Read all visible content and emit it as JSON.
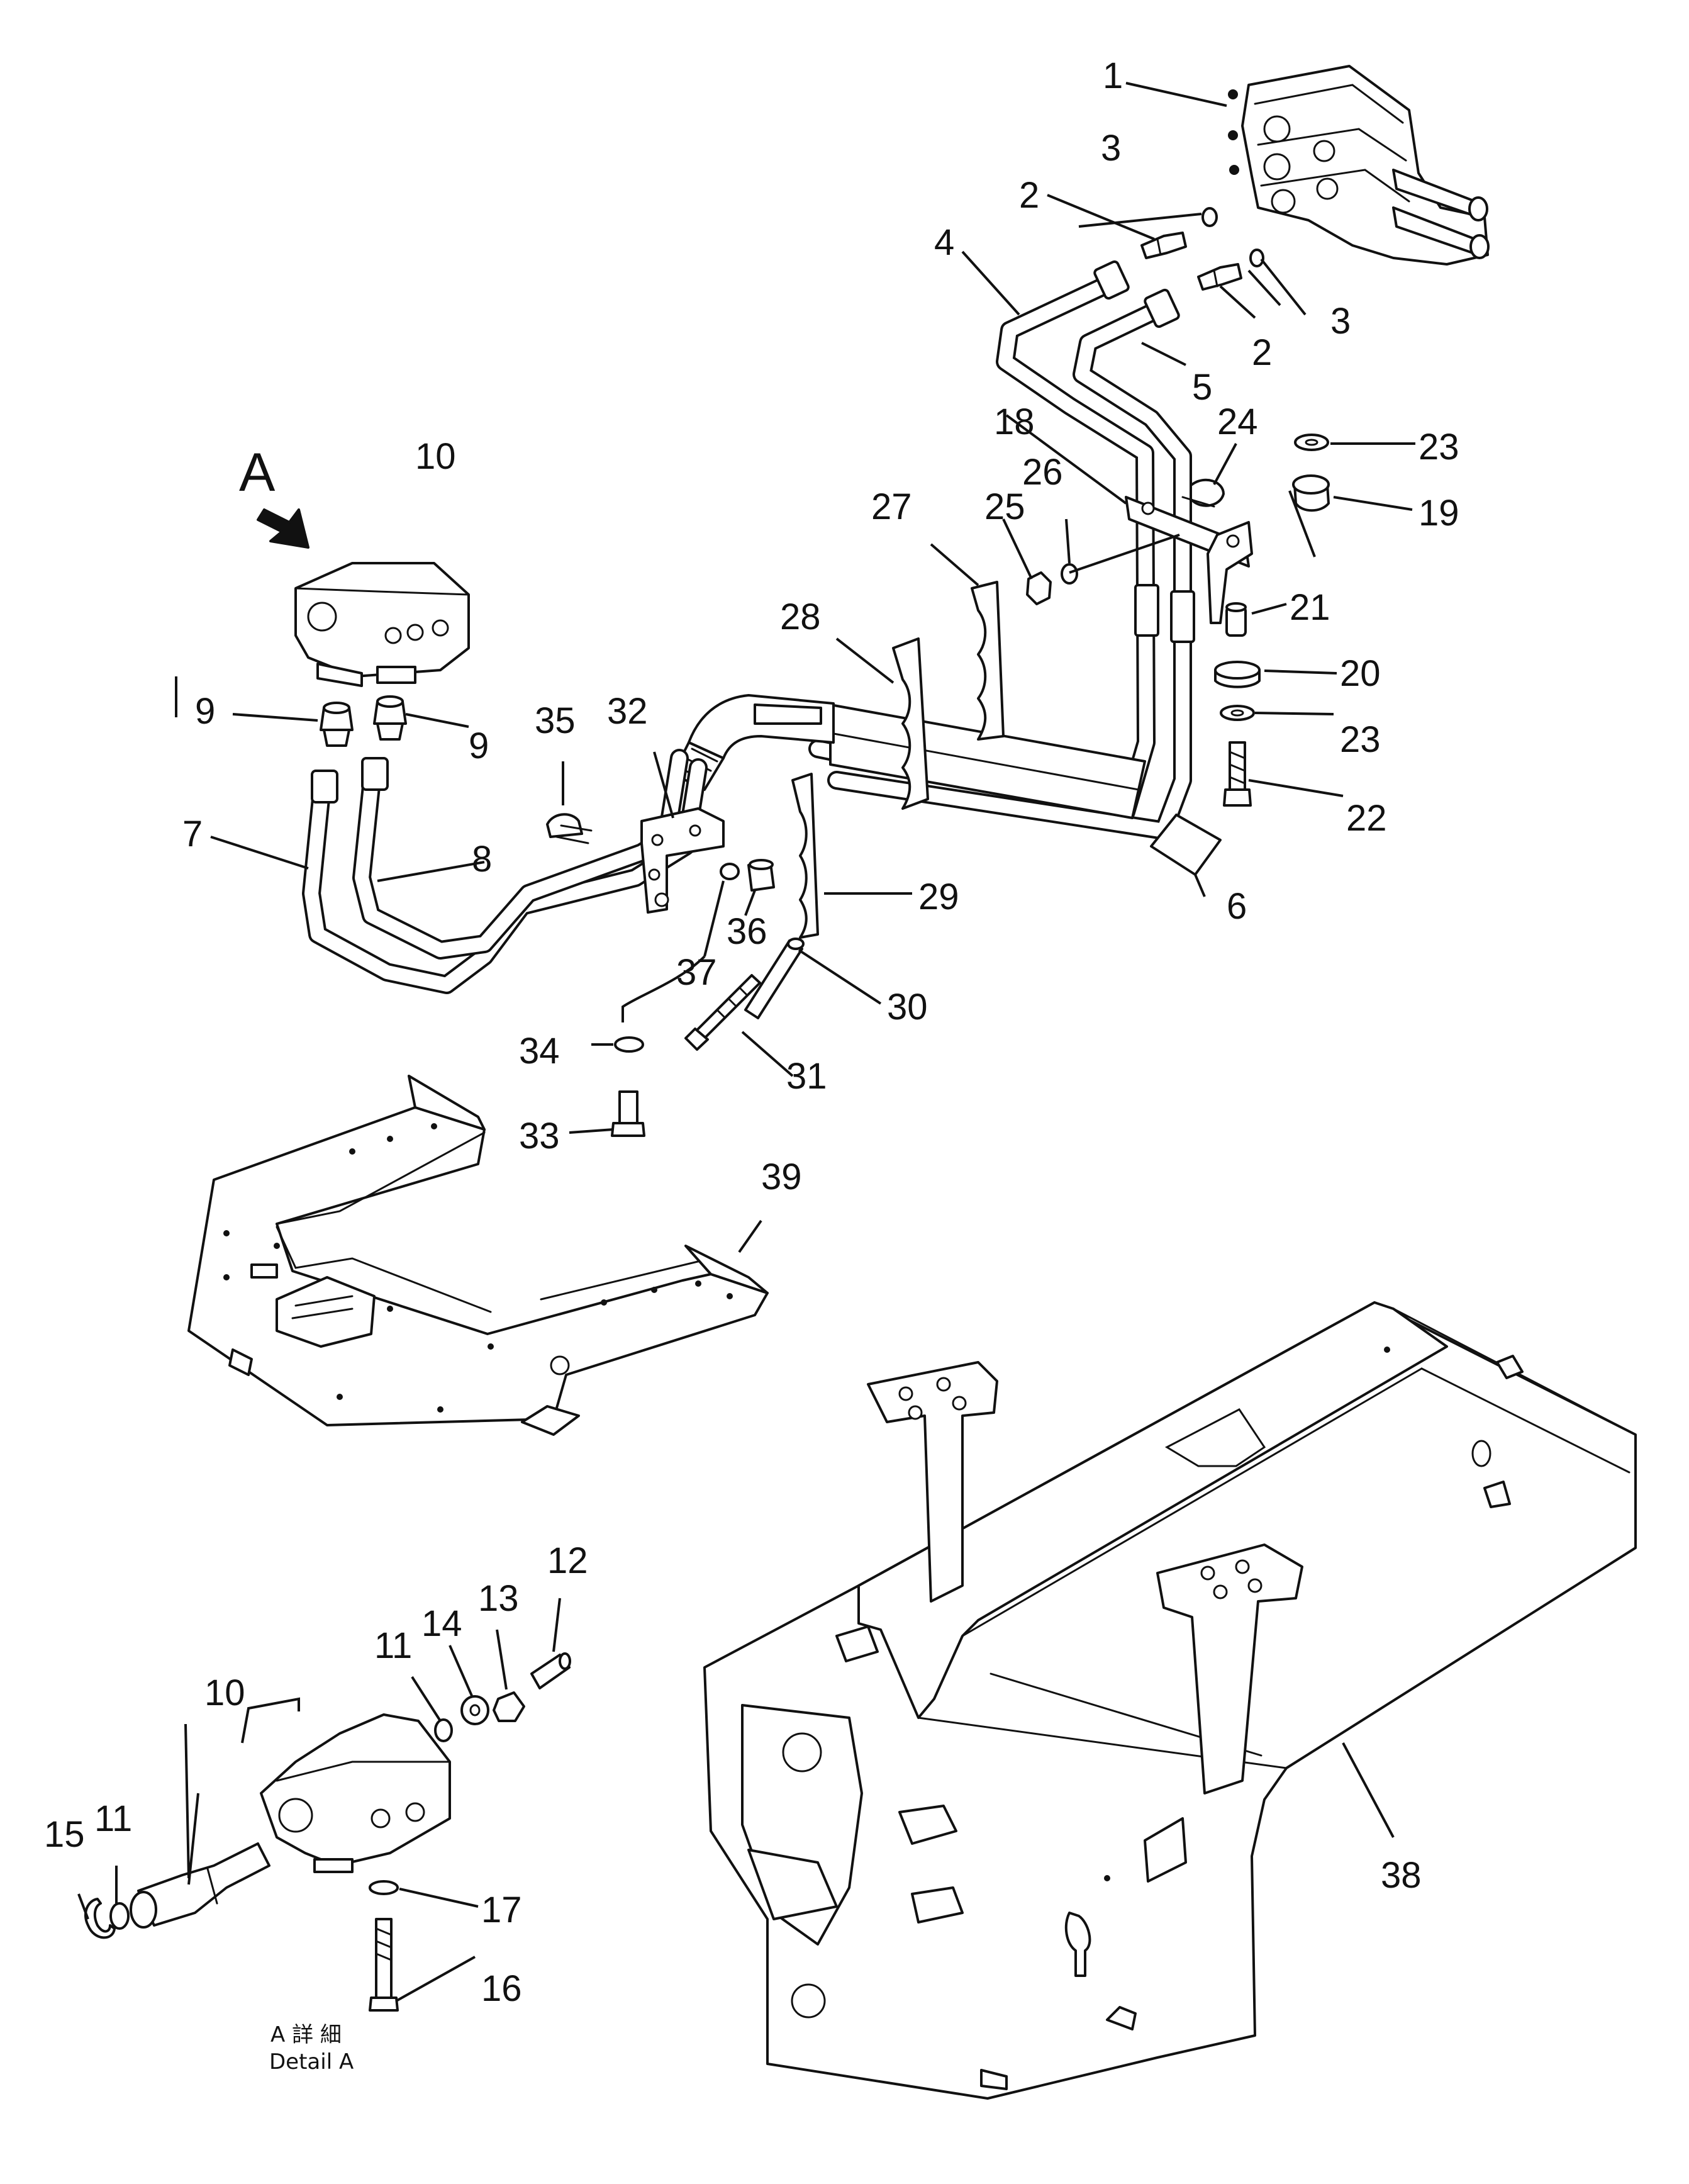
{
  "view_marker": "A",
  "detail_caption": {
    "line1": "A 詳 細",
    "line2": "Detail  A"
  },
  "callouts": {
    "c1": "1",
    "c2a": "2",
    "c2b": "2",
    "c3a": "3",
    "c3b": "3",
    "c4": "4",
    "c5": "5",
    "c6": "6",
    "c7": "7",
    "c8": "8",
    "c9a": "9",
    "c9b": "9",
    "c10a": "10",
    "c10b": "10",
    "c11a": "11",
    "c11b": "11",
    "c12": "12",
    "c13": "13",
    "c14": "14",
    "c15": "15",
    "c16": "16",
    "c17": "17",
    "c18": "18",
    "c19": "19",
    "c20": "20",
    "c21": "21",
    "c22": "22",
    "c23a": "23",
    "c23b": "23",
    "c24": "24",
    "c25": "25",
    "c26": "26",
    "c27": "27",
    "c28": "28",
    "c29": "29",
    "c30": "30",
    "c31": "31",
    "c32": "32",
    "c33": "33",
    "c34": "34",
    "c35": "35",
    "c36": "36",
    "c37": "37",
    "c38": "38",
    "c39": "39"
  },
  "icons": {
    "view_arrow": "view-direction-arrow-icon"
  },
  "colors": {
    "ink": "#111111",
    "paper": "#ffffff"
  }
}
